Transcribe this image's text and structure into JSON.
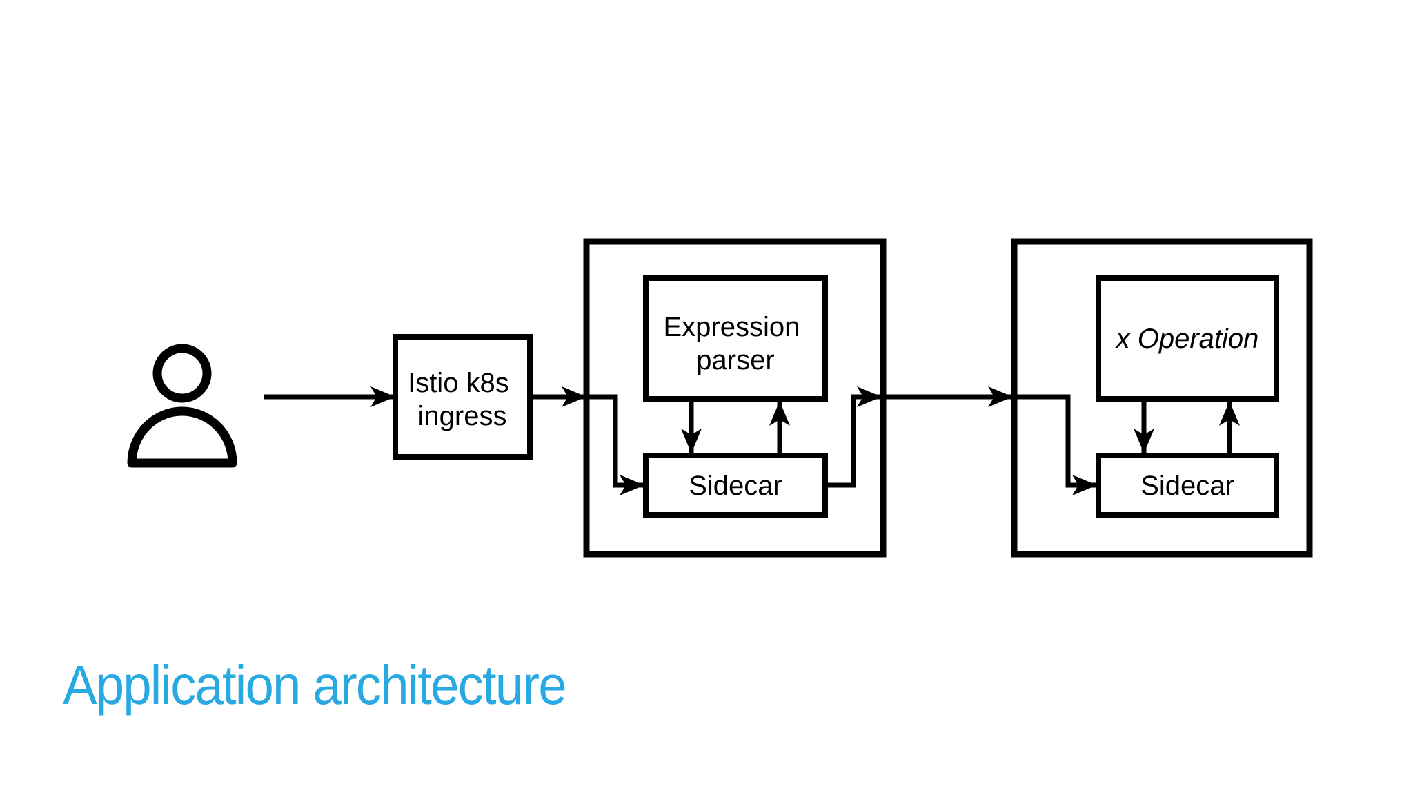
{
  "slide": {
    "title": "Application architecture",
    "background": "#ffffff"
  },
  "colors": {
    "title_accent": "#29a9e1",
    "diagram_ink": "#000000"
  },
  "diagram": {
    "user_icon": "person-icon",
    "ingress": {
      "label_line1": "Istio k8s",
      "label_line2": "ingress"
    },
    "service1": {
      "component_line1": "Expression",
      "component_line2": "parser",
      "sidecar_label": "Sidecar"
    },
    "service2": {
      "component_label": "x Operation",
      "sidecar_label": "Sidecar"
    }
  }
}
